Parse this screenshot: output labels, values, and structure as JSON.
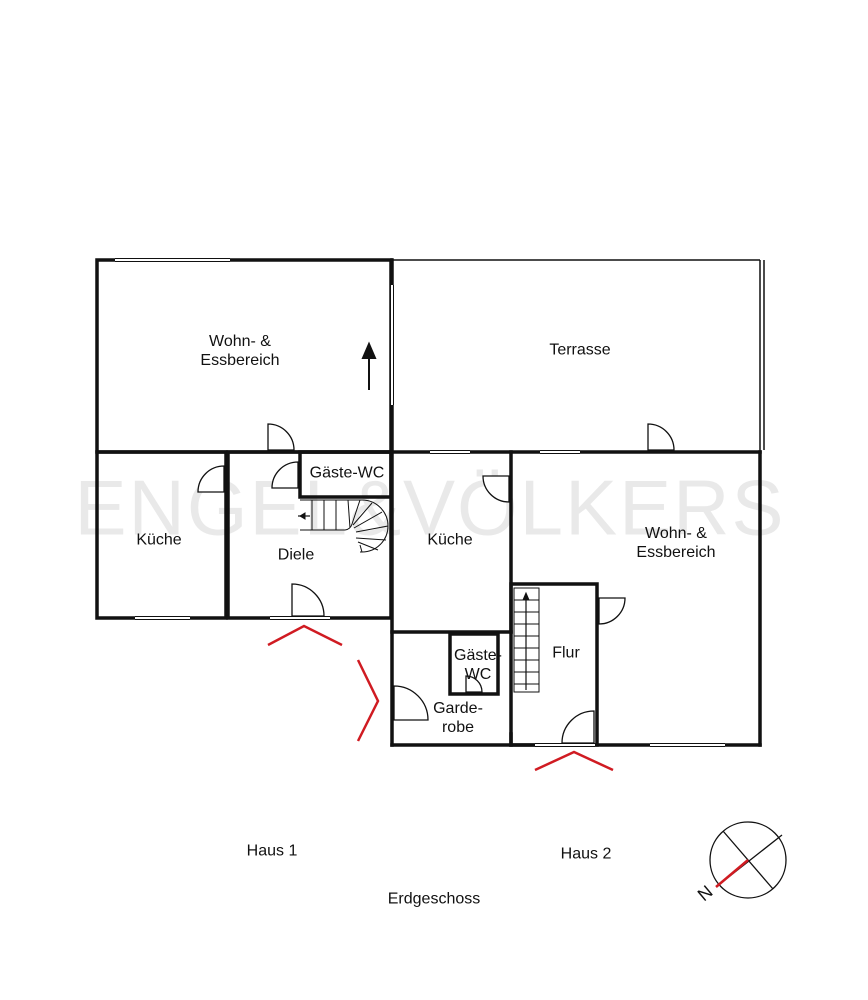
{
  "watermark": "ENGEL&VÖLKERS",
  "rooms": {
    "wohn1_line1": "Wohn- &",
    "wohn1_line2": "Essbereich",
    "terrasse": "Terrasse",
    "kueche1": "Küche",
    "diele": "Diele",
    "gaeste_wc1": "Gäste-WC",
    "kueche2": "Küche",
    "wohn2_line1": "Wohn- &",
    "wohn2_line2": "Essbereich",
    "gaeste_wc2_line1": "Gäste-",
    "gaeste_wc2_line2": "WC",
    "flur": "Flur",
    "garderobe_line1": "Garde-",
    "garderobe_line2": "robe"
  },
  "labels": {
    "haus1": "Haus 1",
    "haus2": "Haus 2",
    "floor": "Erdgeschoss"
  },
  "compass": {
    "north_label": "N",
    "accent_color": "#d01b22"
  },
  "colors": {
    "wall": "#111111",
    "entrance_marker": "#d01b22"
  }
}
